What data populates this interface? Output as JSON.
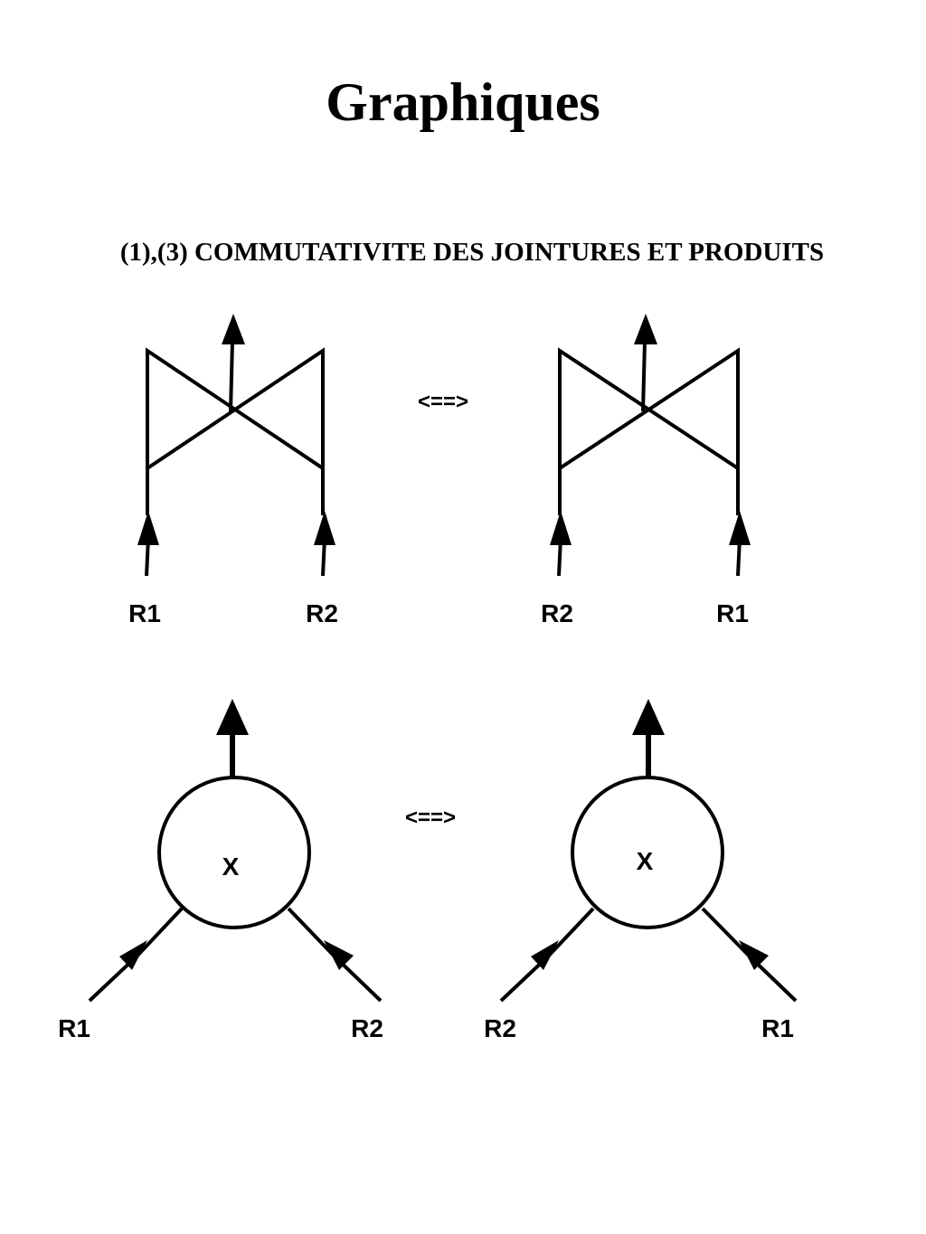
{
  "title": "Graphiques",
  "subtitle": "(1),(3) COMMUTATIVITE DES JOINTURES ET PRODUITS",
  "equivalence_symbol": "<==>",
  "join_diagrams": {
    "left": {
      "input_left": "R1",
      "input_right": "R2"
    },
    "right": {
      "input_left": "R2",
      "input_right": "R1"
    }
  },
  "product_diagrams": {
    "operator": "X",
    "left": {
      "input_left": "R1",
      "input_right": "R2"
    },
    "right": {
      "input_left": "R2",
      "input_right": "R1"
    }
  },
  "colors": {
    "ink": "#000000",
    "background": "#ffffff"
  }
}
